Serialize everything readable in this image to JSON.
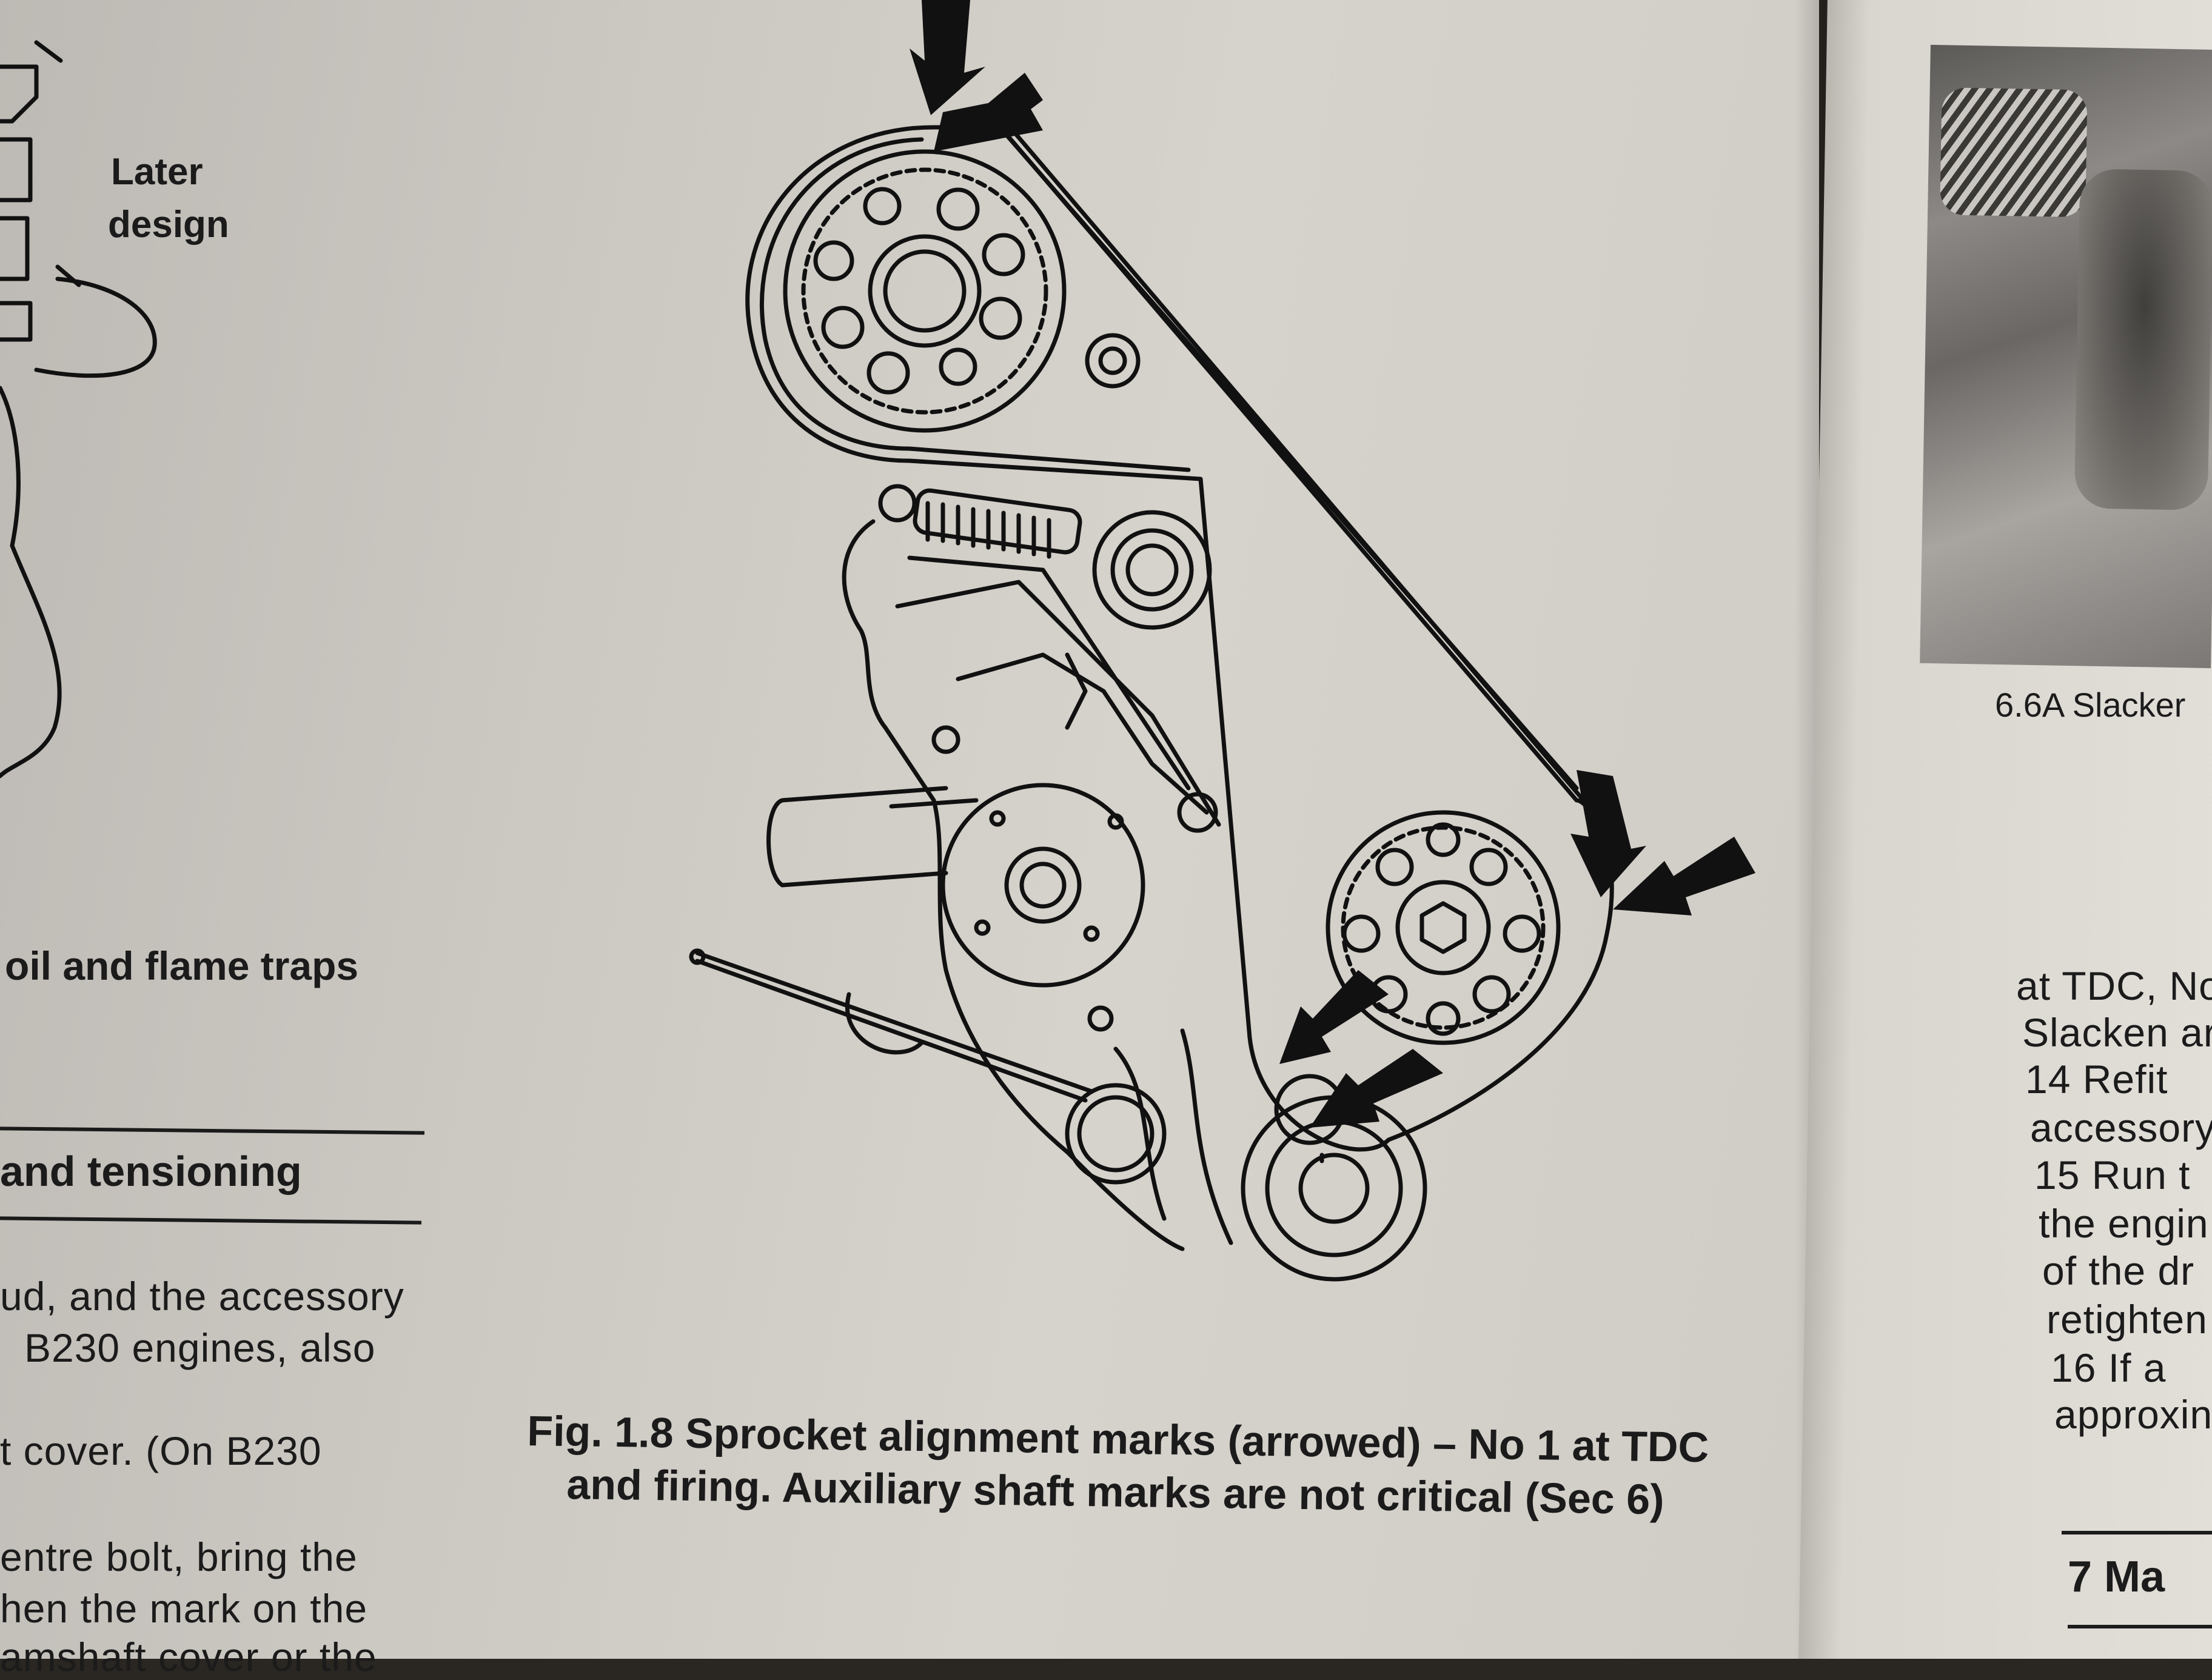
{
  "left_column": {
    "caption_later": "Later",
    "caption_design": "design",
    "caption_traps": "oil and flame traps",
    "section_heading": "and tensioning",
    "p1_l1": "ud, and the accessory",
    "p1_l2": "B230 engines, also",
    "p1_l3": "t  cover.  (On  B230",
    "p2_l1": "entre bolt, bring the",
    "p2_l2": "hen the mark on the",
    "p2_l3": "amshaft cover or the"
  },
  "figure": {
    "caption_line1": "Fig. 1.8 Sprocket alignment marks (arrowed) – No 1 at TDC",
    "caption_line2": "and firing. Auxiliary shaft marks are not critical (Sec 6)",
    "arrow_count": 6
  },
  "right_column": {
    "photo_caption": "6.6A Slacker",
    "l1": "at TDC, No",
    "l2": "Slacken ar",
    "l3": "14  Refit",
    "l4": "accessory",
    "l5": "15  Run  t",
    "l6": "the engin",
    "l7": "of  the  dr",
    "l8": "retighten",
    "l9": "16  If   a",
    "l10": "approxin",
    "section_heading": "7   Ma"
  }
}
